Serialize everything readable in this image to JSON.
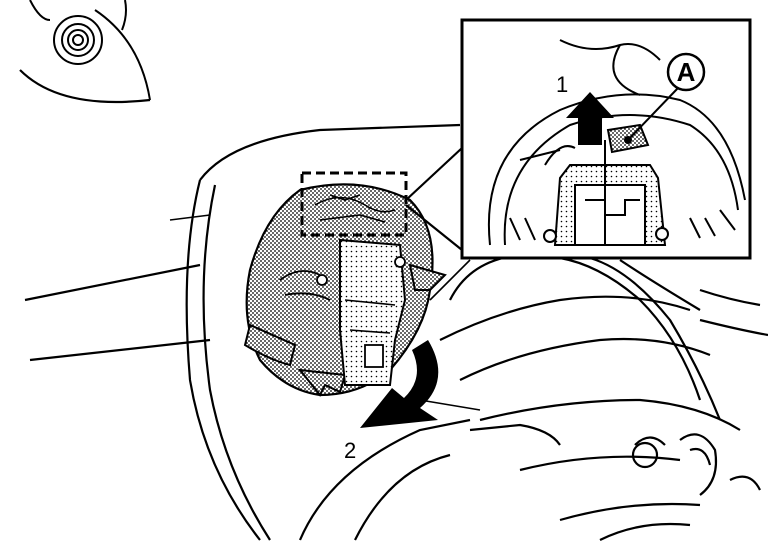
{
  "diagram": {
    "step_labels": [
      "1",
      "2"
    ],
    "callout_label": "A",
    "colors": {
      "ink": "#000000",
      "paper": "#ffffff",
      "stipple": "#9a9a9a"
    },
    "icons": [
      "up-arrow-icon",
      "curved-arrow-icon",
      "callout-circle-icon"
    ]
  }
}
